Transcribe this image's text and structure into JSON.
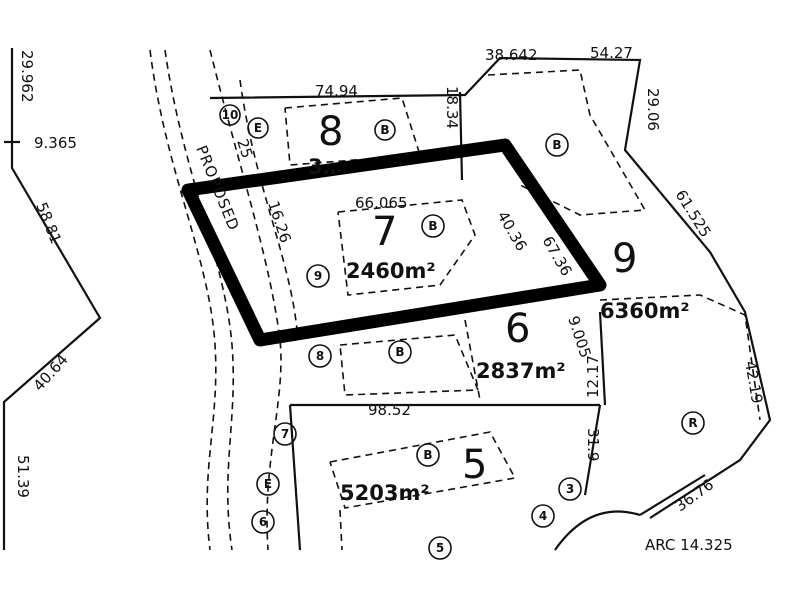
{
  "dimensions": {
    "d1": "29.962",
    "d2": "9.365",
    "d3": "58.81",
    "d4": "40.64",
    "d5": "51.39",
    "d6": "38.642",
    "d7": "54.27",
    "d8": "74.94",
    "d9": "18.34",
    "d10": "29.06",
    "d11": "61.525",
    "d12": "66.065",
    "d13": "16.26",
    "d14": "40.36",
    "d15": "67.36",
    "d16": "25",
    "d17": "9.005",
    "d18": "12.17",
    "d19": "98.52",
    "d20": "31.9",
    "d21": "42.19",
    "d22": "36.76",
    "d23": "ARC 14.325"
  },
  "lots": {
    "lot8": "8",
    "lot8_area": "3‥",
    "lot7": "7",
    "lot7_area": "2460m²",
    "lot9": "9",
    "lot9_area": "6360m²",
    "lot6": "6",
    "lot6_area": "2837m²",
    "lot5": "5",
    "lot5_area": "5203m²"
  },
  "markers": {
    "m10": "10",
    "mE1": "E",
    "mB_lot8": "B",
    "mB_lot9a": "B",
    "mB_lot7": "B",
    "m9": "9",
    "m8": "8",
    "mB_lot6": "B",
    "m7": "7",
    "mB_lot5": "B",
    "mR": "R",
    "mE2": "E",
    "m6": "6",
    "m4": "4",
    "m3": "3",
    "m5": "5"
  },
  "road": {
    "label": "PROPOSED"
  }
}
